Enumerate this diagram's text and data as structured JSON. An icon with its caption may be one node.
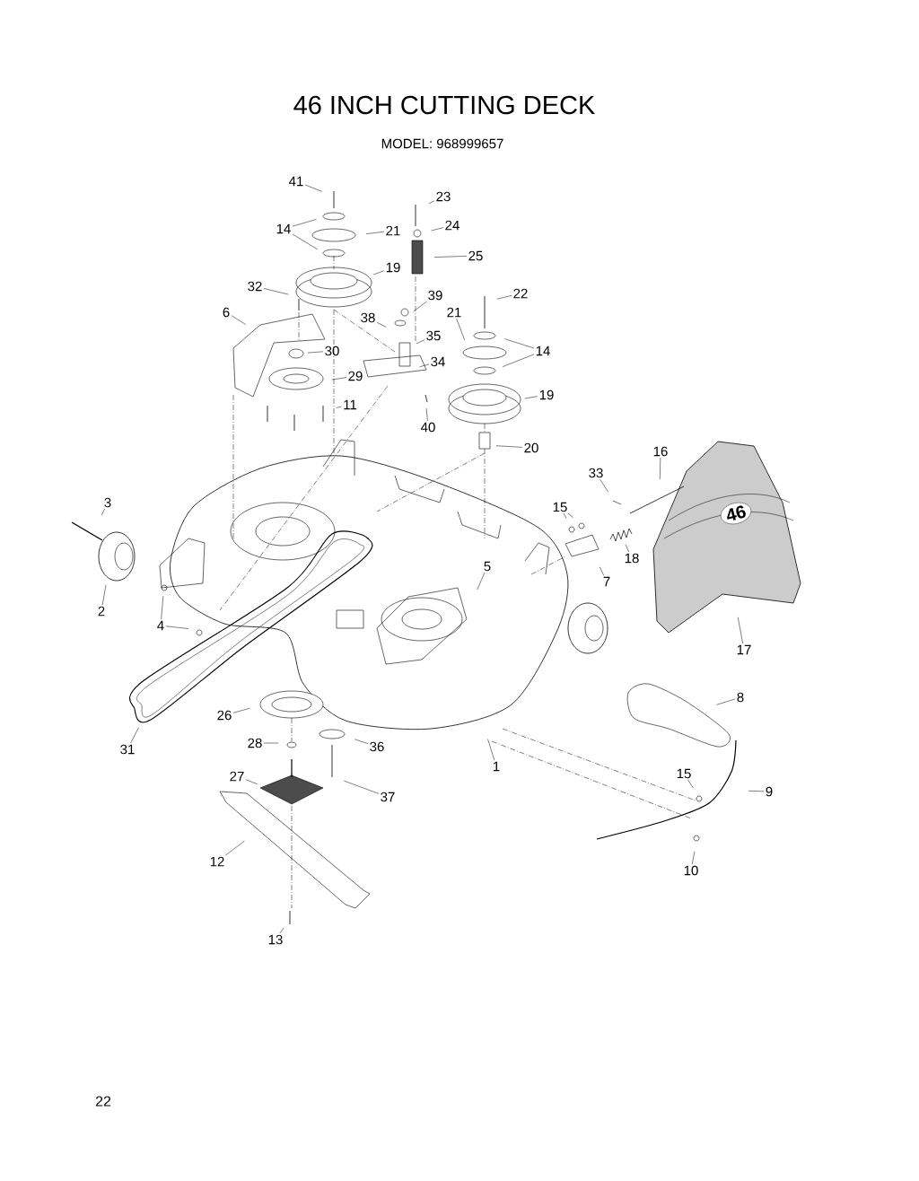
{
  "diagram": {
    "title": "46 INCH CUTTING DECK",
    "nodes": [
      {
        "text": [
          "41"
        ]
      },
      {
        "text": [
          "14"
        ]
      },
      {
        "text": [
          "21"
        ]
      },
      {
        "text": [
          "23"
        ]
      },
      {
        "text": [
          "24"
        ]
      },
      {
        "text": [
          "25"
        ]
      },
      {
        "text": [
          "19"
        ]
      },
      {
        "text": [
          "32"
        ]
      },
      {
        "text": [
          "39"
        ]
      },
      {
        "text": [
          "22"
        ]
      },
      {
        "text": [
          "6"
        ]
      },
      {
        "text": [
          "38"
        ]
      },
      {
        "text": [
          "21"
        ]
      },
      {
        "text": [
          "35"
        ]
      },
      {
        "text": [
          "14"
        ]
      },
      {
        "text": [
          "30"
        ]
      },
      {
        "text": [
          "34"
        ]
      },
      {
        "text": [
          "29"
        ]
      },
      {
        "text": [
          "19"
        ]
      },
      {
        "text": [
          "11"
        ]
      },
      {
        "text": [
          "40"
        ]
      },
      {
        "text": [
          "20"
        ]
      },
      {
        "text": [
          "16"
        ]
      },
      {
        "text": [
          "33"
        ]
      },
      {
        "text": [
          "3"
        ]
      },
      {
        "text": [
          "15"
        ]
      },
      {
        "text": [
          "18"
        ]
      },
      {
        "text": [
          "5"
        ]
      },
      {
        "text": [
          "7"
        ]
      },
      {
        "text": [
          "2"
        ]
      },
      {
        "text": [
          "4"
        ]
      },
      {
        "text": [
          "17"
        ]
      },
      {
        "text": [
          "8"
        ]
      },
      {
        "text": [
          "26"
        ]
      },
      {
        "text": [
          "1"
        ]
      },
      {
        "text": [
          "31"
        ]
      },
      {
        "text": [
          "28"
        ]
      },
      {
        "text": [
          "36"
        ]
      },
      {
        "text": [
          "27"
        ]
      },
      {
        "text": [
          "37"
        ]
      },
      {
        "text": [
          "15"
        ]
      },
      {
        "text": [
          "9"
        ]
      },
      {
        "text": [
          "10"
        ]
      },
      {
        "text": [
          "12"
        ]
      },
      {
        "text": [
          "13"
        ]
      }
    ],
    "edges": [
      {
        "from": 0,
        "to": null,
        "arrow": "none"
      },
      {
        "from": 1,
        "to": null,
        "arrow": "none"
      },
      {
        "from": 1,
        "to": null,
        "arrow": "none"
      },
      {
        "from": 2,
        "to": null,
        "arrow": "none"
      },
      {
        "from": 3,
        "to": null,
        "arrow": "none"
      },
      {
        "from": 4,
        "to": null,
        "arrow": "none"
      },
      {
        "from": 5,
        "to": null,
        "arrow": "none"
      },
      {
        "from": 6,
        "to": null,
        "arrow": "none"
      },
      {
        "from": 7,
        "to": null,
        "arrow": "none"
      },
      {
        "from": 8,
        "to": null,
        "arrow": "none"
      },
      {
        "from": 9,
        "to": null,
        "arrow": "none"
      },
      {
        "from": 10,
        "to": null,
        "arrow": "none"
      },
      {
        "from": 11,
        "to": null,
        "arrow": "none"
      },
      {
        "from": 12,
        "to": null,
        "arrow": "none"
      },
      {
        "from": 13,
        "to": null,
        "arrow": "none"
      },
      {
        "from": 14,
        "to": null,
        "arrow": "none"
      },
      {
        "from": 14,
        "to": null,
        "arrow": "none"
      },
      {
        "from": 15,
        "to": null,
        "arrow": "none"
      },
      {
        "from": 16,
        "to": null,
        "arrow": "none"
      },
      {
        "from": 17,
        "to": null,
        "arrow": "none"
      },
      {
        "from": 18,
        "to": null,
        "arrow": "none"
      },
      {
        "from": 19,
        "to": null,
        "arrow": "none"
      },
      {
        "from": 20,
        "to": null,
        "arrow": "none"
      },
      {
        "from": 21,
        "to": null,
        "arrow": "none"
      },
      {
        "from": 22,
        "to": null,
        "arrow": "none"
      },
      {
        "from": 23,
        "to": null,
        "arrow": "none"
      },
      {
        "from": 24,
        "to": null,
        "arrow": "none"
      },
      {
        "from": 25,
        "to": null,
        "arrow": "none"
      },
      {
        "from": 25,
        "to": null,
        "arrow": "none"
      },
      {
        "from": 26,
        "to": null,
        "arrow": "none"
      },
      {
        "from": 27,
        "to": null,
        "arrow": "none"
      },
      {
        "from": 28,
        "to": null,
        "arrow": "none"
      },
      {
        "from": 29,
        "to": null,
        "arrow": "none"
      },
      {
        "from": 30,
        "to": null,
        "arrow": "none"
      },
      {
        "from": 30,
        "to": null,
        "arrow": "none"
      },
      {
        "from": 31,
        "to": null,
        "arrow": "none"
      },
      {
        "from": 32,
        "to": null,
        "arrow": "none"
      },
      {
        "from": 33,
        "to": null,
        "arrow": "none"
      },
      {
        "from": 34,
        "to": null,
        "arrow": "none"
      },
      {
        "from": 35,
        "to": null,
        "arrow": "none"
      },
      {
        "from": 36,
        "to": null,
        "arrow": "none"
      },
      {
        "from": 37,
        "to": null,
        "arrow": "none"
      },
      {
        "from": 38,
        "to": null,
        "arrow": "none"
      },
      {
        "from": 39,
        "to": null,
        "arrow": "none"
      },
      {
        "from": 40,
        "to": null,
        "arrow": "none"
      },
      {
        "from": 41,
        "to": null,
        "arrow": "none"
      },
      {
        "from": 42,
        "to": null,
        "arrow": "none"
      },
      {
        "from": 43,
        "to": null,
        "arrow": "none"
      },
      {
        "from": 44,
        "to": null,
        "arrow": "none"
      }
    ],
    "labels": [
      "MODEL: 968999657",
      "46",
      "22"
    ]
  }
}
